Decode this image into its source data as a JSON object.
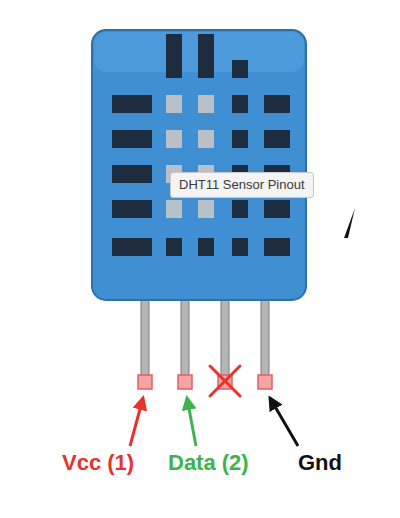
{
  "diagram": {
    "nodes": [
      {
        "text": [
          "DHT11 Sensor Pinout"
        ]
      }
    ],
    "labels": [
      "Vcc (1)",
      "Data (2)",
      "Gnd"
    ]
  }
}
